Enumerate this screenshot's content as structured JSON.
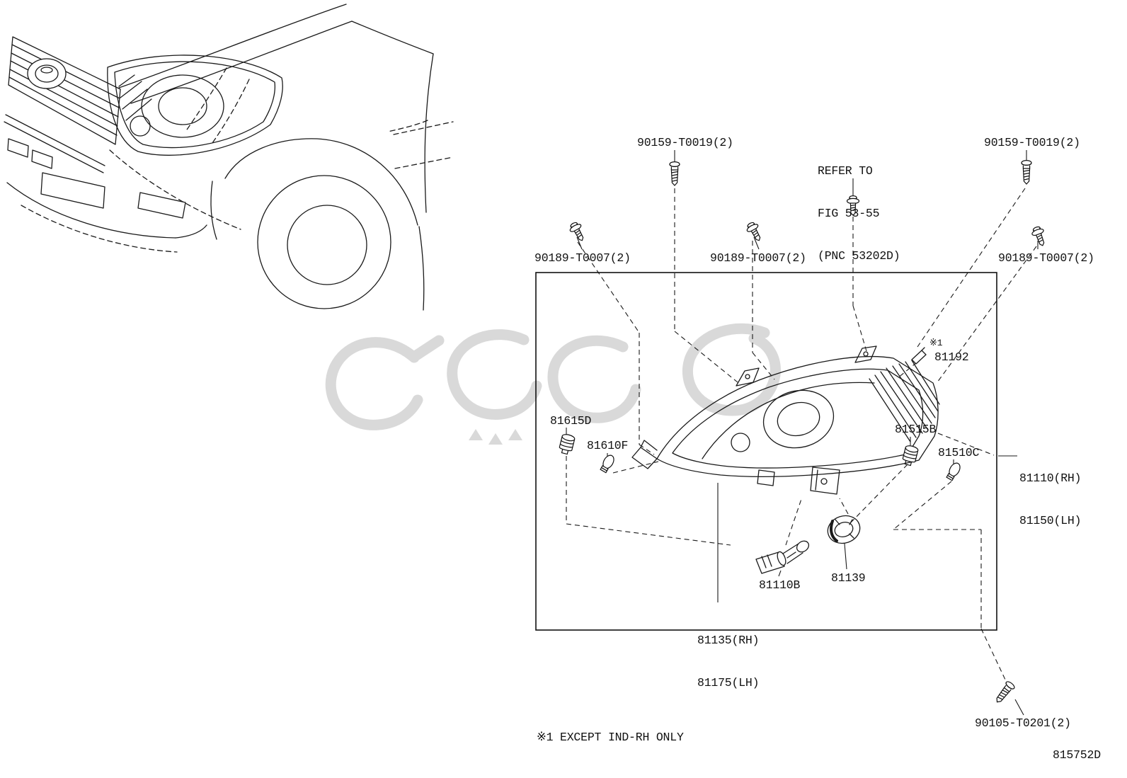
{
  "diagram": {
    "doc_code": "815752D",
    "footnote": "※1 EXCEPT IND-RH ONLY",
    "note_marker": "※1",
    "colors": {
      "ink": "#111111",
      "watermark": "#c9c9c9",
      "background": "#ffffff"
    },
    "callouts": {
      "screw_top_left": "90159-T0019(2)",
      "screw_top_right": "90159-T0019(2)",
      "refer_line1": "REFER TO",
      "refer_line2": "FIG 53-55",
      "refer_line3": "(PNC 53202D)",
      "bolt_left": "90189-T0007(2)",
      "bolt_mid": "90189-T0007(2)",
      "bolt_right": "90189-T0007(2)",
      "clip": "81192",
      "socket_left": "81615D",
      "bulb_left": "81610F",
      "socket_right": "81515B",
      "bulb_right": "81510C",
      "headlamp_rh": "81110(RH)",
      "headlamp_lh": "81150(LH)",
      "headlamp_bulb": "81110B",
      "cap": "81139",
      "unit_rh": "81135(RH)",
      "unit_lh": "81175(LH)",
      "screw_bottom": "90105-T0201(2)"
    }
  }
}
